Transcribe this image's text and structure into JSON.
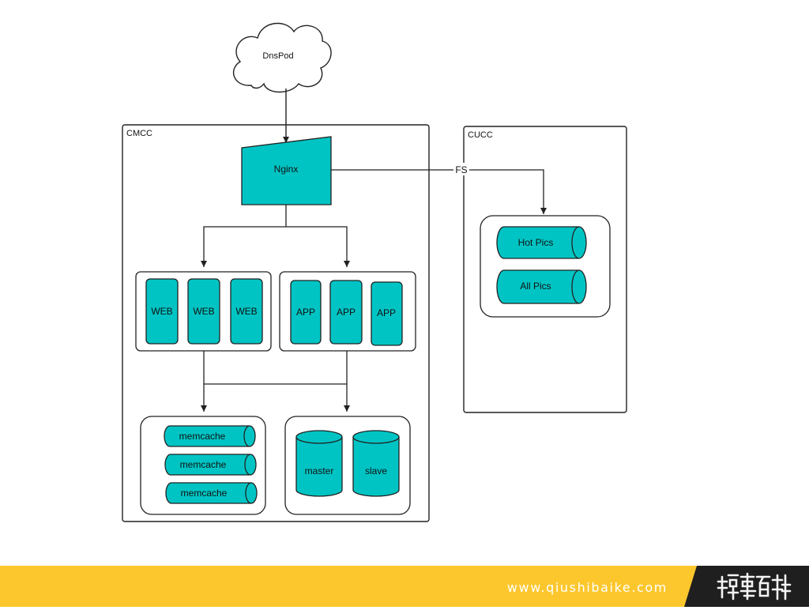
{
  "dns": {
    "label": "DnsPod"
  },
  "cmcc": {
    "label": "CMCC",
    "nginx": {
      "label": "Nginx"
    },
    "web_servers": [
      "WEB",
      "WEB",
      "WEB"
    ],
    "app_servers": [
      "APP",
      "APP",
      "APP"
    ],
    "memcaches": [
      "memcache",
      "memcache",
      "memcache"
    ],
    "databases": [
      "master",
      "slave"
    ]
  },
  "cucc": {
    "label": "CUCC",
    "storages": [
      "Hot Pics",
      "All Pics"
    ]
  },
  "link": {
    "label": "FS"
  },
  "footer": {
    "url": "www.qiushibaike.com",
    "logo_text": "糗事百科"
  },
  "colors": {
    "node_fill": "#00c4c4",
    "line": "#222222",
    "footer_bar": "#fcc72d",
    "footer_logo": "#f4f4f4"
  }
}
